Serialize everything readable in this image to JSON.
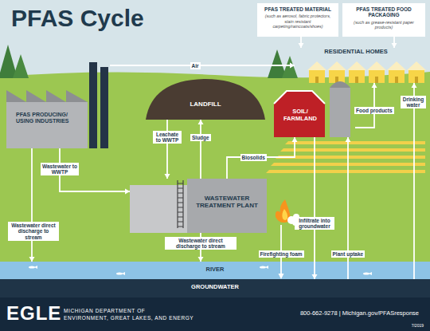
{
  "diagram": {
    "title": "PFAS Cycle",
    "nodes": [
      {
        "text": [
          "PFAS TREATED MATERIAL",
          "(such as aerosol, fabric protectors, stain resistant carpeting/raincoats/shoes)"
        ]
      },
      {
        "text": [
          "PFAS TREATED FOOD PACKAGING",
          "(such as grease-resistant paper products)"
        ]
      },
      {
        "text": [
          "RESIDENTIAL HOMES"
        ]
      },
      {
        "text": [
          "PFAS PRODUCING/ USING INDUSTRIES"
        ]
      },
      {
        "text": [
          "LANDFILL"
        ]
      },
      {
        "text": [
          "SOIL/ FARMLAND"
        ]
      },
      {
        "text": [
          "WASTEWATER TREATMENT PLANT"
        ]
      },
      {
        "text": [
          "RIVER"
        ]
      },
      {
        "text": [
          "GROUNDWATER"
        ]
      }
    ],
    "edges": [
      {
        "from": 0,
        "to": 2,
        "arrow": "to"
      },
      {
        "from": 1,
        "to": 2,
        "arrow": "to"
      },
      {
        "from": 3,
        "to": 2,
        "label": "Air",
        "arrow": "to"
      },
      {
        "from": 4,
        "to": 6,
        "label": "Leachate to WWTP",
        "arrow": "to"
      },
      {
        "from": 6,
        "to": 4,
        "label": "Sludge",
        "arrow": "to"
      },
      {
        "from": 3,
        "to": 6,
        "label": "Wastewater to WWTP",
        "arrow": "to"
      },
      {
        "from": 6,
        "to": 5,
        "label": "Biosolids",
        "arrow": "to"
      },
      {
        "from": 5,
        "to": 2,
        "label": "Food products",
        "arrow": "to"
      },
      {
        "from": 8,
        "to": 2,
        "label": "Drinking water",
        "arrow": "to"
      },
      {
        "from": 3,
        "to": 7,
        "label": "Wastewater direct discharge to stream",
        "arrow": "to"
      },
      {
        "from": 6,
        "to": 7,
        "label": "Wastewater direct discharge to stream",
        "arrow": "to"
      },
      {
        "from": 5,
        "to": 8,
        "label": "Infiltrate into groundwater",
        "arrow": "to"
      },
      {
        "from": 8,
        "to": 5,
        "label": "Plant uptake",
        "arrow": "to"
      }
    ],
    "labels": [
      "Firefighting foam",
      "EGLE",
      "MICHIGAN DEPARTMENT OF",
      "ENVIRONMENT, GREAT LAKES, AND ENERGY",
      "800-662-9278 | Michigan.gov/PFASresponse",
      "7/2019"
    ]
  }
}
